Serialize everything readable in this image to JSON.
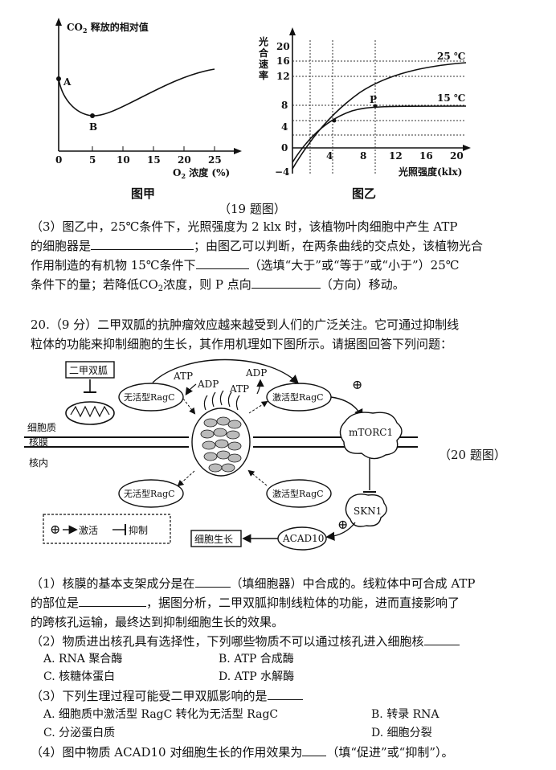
{
  "q19": {
    "fig_a": {
      "ylabel_pre": "CO",
      "ylabel_sub": "2",
      "ylabel_post": " 释放的相对值",
      "xlabel_pre": "O",
      "xlabel_sub": "2",
      "xlabel_post": " 浓度 (%)",
      "xticks": [
        "0",
        "5",
        "10",
        "15",
        "20",
        "25"
      ],
      "point_a": "A",
      "point_b": "B",
      "caption": "图甲"
    },
    "fig_b": {
      "ylabel_chars": [
        "光",
        "合",
        "速",
        "率"
      ],
      "yticks": [
        "20",
        "16",
        "12",
        "8",
        "4",
        "0",
        "−4"
      ],
      "xticks": [
        "4",
        "8",
        "12",
        "16",
        "20"
      ],
      "xlabel": "光照强度(klx)",
      "series1": "25 ℃",
      "series2": "15 ℃",
      "point_p": "P",
      "caption": "图乙"
    },
    "figure_label": "（19 题图）",
    "q3_line1": "（3）图乙中，25℃条件下，光照强度为 2 klx 时，该植物叶肉细胞中产生 ATP",
    "q3_line2a": "的细胞器是",
    "q3_line2b": "；由图乙可以判断，在两条曲线的交点处，该植物光合",
    "q3_line3a": "作用制造的有机物 15℃条件下",
    "q3_line3b": "（选填“大于”或“等于”或“小于”）25℃",
    "q3_line4a": "条件下的量；若降低CO",
    "q3_line4sub": "2",
    "q3_line4b": "浓度，则 P 点向",
    "q3_line4c": "（方向）移动。"
  },
  "q20": {
    "intro_line1": "20.（9 分）二甲双胍的抗肿瘤效应越来越受到人们的广泛关注。它可通过抑制线",
    "intro_line2": "粒体的功能来抑制细胞的生长，其作用机理如下图所示。请据图回答下列问题：",
    "diagram": {
      "drug": "二甲双胍",
      "inactive_ragc": "无活型RagC",
      "active_ragc": "激活型RagC",
      "atp": "ATP",
      "adp": "ADP",
      "mtorc1": "mTORC1",
      "skn1": "SKN1",
      "acad10": "ACAD10",
      "growth": "细胞生长",
      "cytoplasm": "细胞质",
      "nuclear_membrane": "核膜",
      "nucleus_inside": "核内",
      "legend_activate": "激活",
      "legend_inhibit": "抑制",
      "plus": "⊕",
      "figure_label": "（20 题图）"
    },
    "q1_line1a": "（1）核膜的基本支架成分是在",
    "q1_line1b": "（填细胞器）中合成的。线粒体中可合成 ATP",
    "q1_line2a": "的部位是",
    "q1_line2b": "，据图分析，二甲双胍抑制线粒体的功能，进而直接影响了",
    "q1_line3": "的跨核孔运输，最终达到抑制细胞生长的效果。",
    "q2_stem": "（2）物质进出核孔具有选择性，下列哪些物质不可以通过核孔进入细胞核",
    "q2_options": [
      "A. RNA 聚合酶",
      "B. ATP 合成酶",
      "C. 核糖体蛋白",
      "D. ATP 水解酶"
    ],
    "q3_stem": "（3）下列生理过程可能受二甲双胍影响的是",
    "q3_options": [
      "A. 细胞质中激活型 RagC 转化为无活型 RagC",
      "B. 转录 RNA",
      "C. 分泌蛋白质",
      "D. 细胞分裂"
    ],
    "q4_a": "（4）图中物质 ACAD10 对细胞生长的作用效果为",
    "q4_b": "（填“促进”或“抑制”）。"
  }
}
